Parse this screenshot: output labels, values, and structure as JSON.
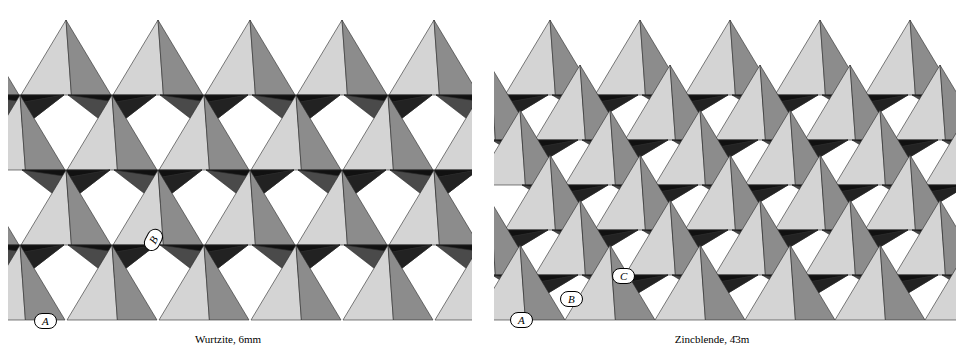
{
  "diagram": {
    "nodes": [
      {
        "text": [
          "A"
        ]
      },
      {
        "text": [
          "B"
        ]
      },
      {
        "text": [
          "A"
        ]
      },
      {
        "text": [
          "B"
        ]
      },
      {
        "text": [
          "C"
        ]
      }
    ],
    "labels": [
      "Wurtzite, 6mm",
      "Zincblende, 4̄3m"
    ]
  }
}
